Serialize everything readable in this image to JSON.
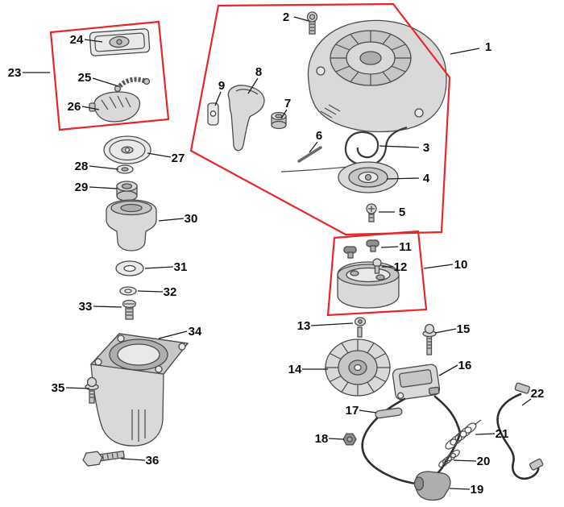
{
  "diagram": {
    "type": "exploded-parts-diagram",
    "background_color": "#ffffff",
    "line_color": "#4a4a4a",
    "highlight_color": "#e8262a",
    "text_color": "#0a0a0a",
    "callouts": [
      {
        "label": "1"
      },
      {
        "label": "2"
      },
      {
        "label": "3"
      },
      {
        "label": "4"
      },
      {
        "label": "5"
      },
      {
        "label": "6"
      },
      {
        "label": "7"
      },
      {
        "label": "8"
      },
      {
        "label": "9"
      },
      {
        "label": "10"
      },
      {
        "label": "11"
      },
      {
        "label": "12"
      },
      {
        "label": "13"
      },
      {
        "label": "14"
      },
      {
        "label": "15"
      },
      {
        "label": "16"
      },
      {
        "label": "17"
      },
      {
        "label": "18"
      },
      {
        "label": "19"
      },
      {
        "label": "20"
      },
      {
        "label": "21"
      },
      {
        "label": "22"
      },
      {
        "label": "23"
      },
      {
        "label": "24"
      },
      {
        "label": "25"
      },
      {
        "label": "26"
      },
      {
        "label": "27"
      },
      {
        "label": "28"
      },
      {
        "label": "29"
      },
      {
        "label": "30"
      },
      {
        "label": "31"
      },
      {
        "label": "32"
      },
      {
        "label": "33"
      },
      {
        "label": "34"
      },
      {
        "label": "35"
      },
      {
        "label": "36"
      }
    ]
  }
}
